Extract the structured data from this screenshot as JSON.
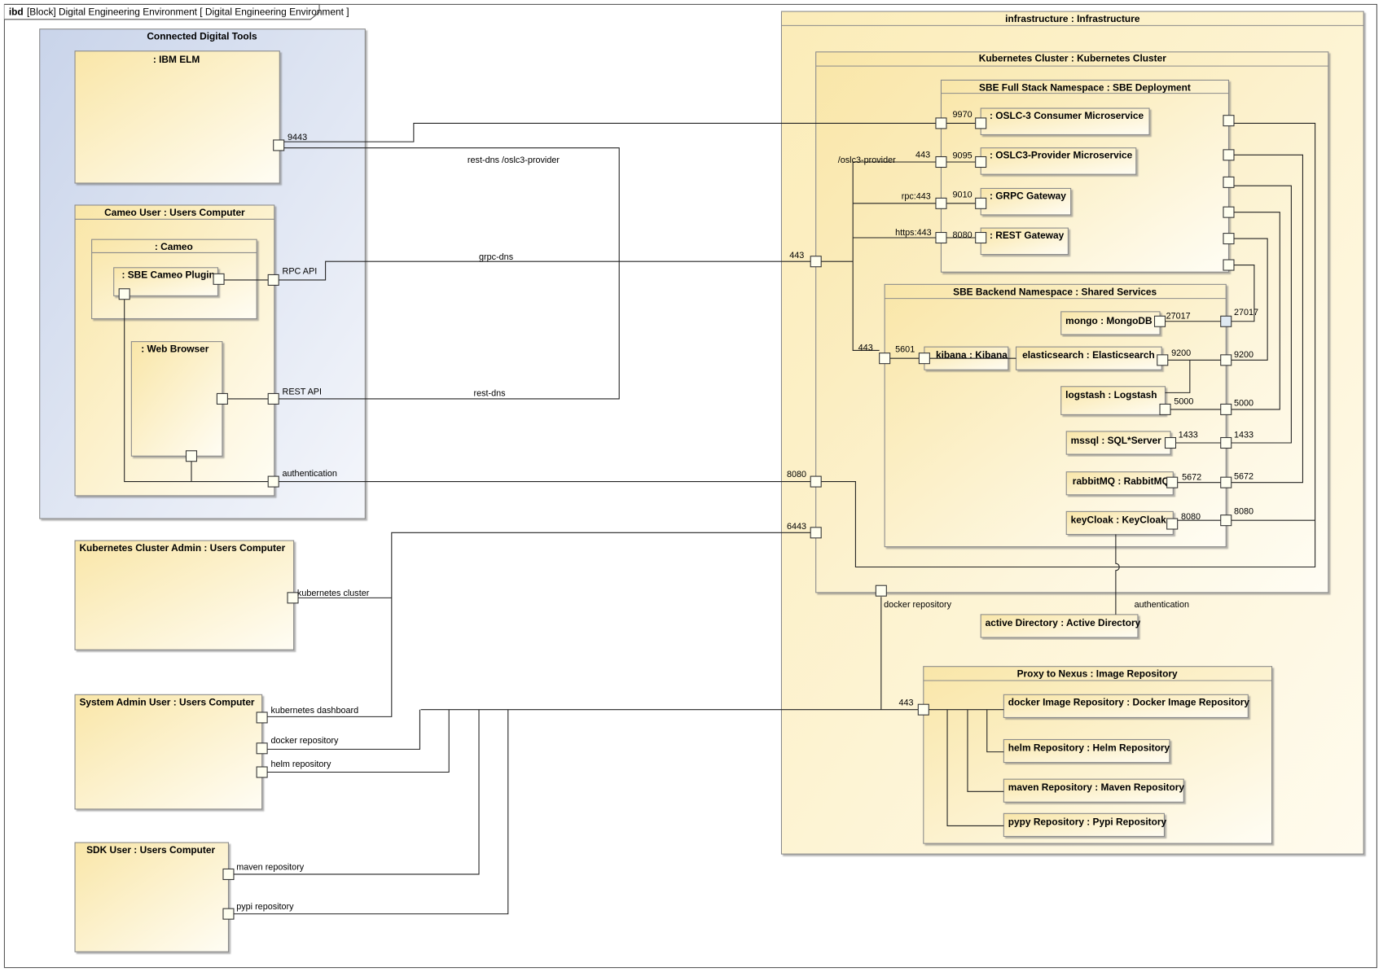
{
  "frame": {
    "kind": "ibd",
    "title": "[Block] Digital Engineering Environment [ Digital Engineering Environment ]"
  },
  "tools": {
    "title": "Connected Digital Tools",
    "ibm": ": IBM ELM",
    "cameo_user": "Cameo User : Users Computer",
    "cameo": ": Cameo",
    "plugin": ": SBE Cameo Plugin",
    "browser": ": Web Browser"
  },
  "users": {
    "k8s_admin": "Kubernetes Cluster Admin : Users Computer",
    "sys_admin": "System Admin User : Users Computer",
    "sdk": "SDK User : Users Computer"
  },
  "infra": {
    "title": "infrastructure : Infrastructure",
    "cluster": "Kubernetes Cluster : Kubernetes Cluster",
    "fullstack": "SBE Full Stack Namespace : SBE Deployment",
    "oslc_consumer": ": OSLC-3 Consumer Microservice",
    "oslc_provider": ": OSLC3-Provider Microservice",
    "grpc": ": GRPC Gateway",
    "rest": ": REST Gateway",
    "backend": "SBE Backend Namespace : Shared Services",
    "mongo": "mongo : MongoDB",
    "kibana": "kibana : Kibana",
    "elastic": "elasticsearch : Elasticsearch",
    "logstash": "logstash : Logstash",
    "mssql": "mssql : SQL*Server",
    "rabbit": "rabbitMQ : RabbitMQ",
    "keycloak": "keyCloak : KeyCloak",
    "ad": "active Directory : Active Directory",
    "proxy": "Proxy to Nexus : Image Repository",
    "docker_repo": "docker Image Repository : Docker Image Repository",
    "helm_repo": "helm Repository : Helm Repository",
    "maven_repo": "maven Repository : Maven Repository",
    "pypy_repo": "pypy Repository : Pypi Repository"
  },
  "labels": {
    "p9443": "9443",
    "rest_dns_oslc": "rest-dns /oslc3-provider",
    "rpc_api": "RPC API",
    "grpc_dns": "grpc-dns",
    "rest_api": "REST API",
    "rest_dns": "rest-dns",
    "authentication": "authentication",
    "kubernetes_cluster": "kubernetes cluster",
    "kubernetes_dashboard": "kubernetes dashboard",
    "docker_repository": "docker repository",
    "helm_repository": "helm repository",
    "maven_repository": "maven repository",
    "pypi_repository": "pypi repository",
    "p443": "443",
    "p443b": "443",
    "p8080": "8080",
    "p6443": "6443",
    "oslc3_provider": "/oslc3-provider",
    "p443c": "443",
    "rpc443": "rpc:443",
    "https443": "https:443",
    "p9970": "9970",
    "p9095": "9095",
    "p9010": "9010",
    "p8080b": "8080",
    "p5601": "5601",
    "p27017a": "27017",
    "p27017b": "27017",
    "p9200a": "9200",
    "p9200b": "9200",
    "p5000a": "5000",
    "p5000b": "5000",
    "p1433a": "1433",
    "p1433b": "1433",
    "p5672a": "5672",
    "p5672b": "5672",
    "p8080c": "8080",
    "p8080d": "8080",
    "docker_repository2": "docker repository",
    "authentication2": "authentication",
    "p443d": "443"
  }
}
